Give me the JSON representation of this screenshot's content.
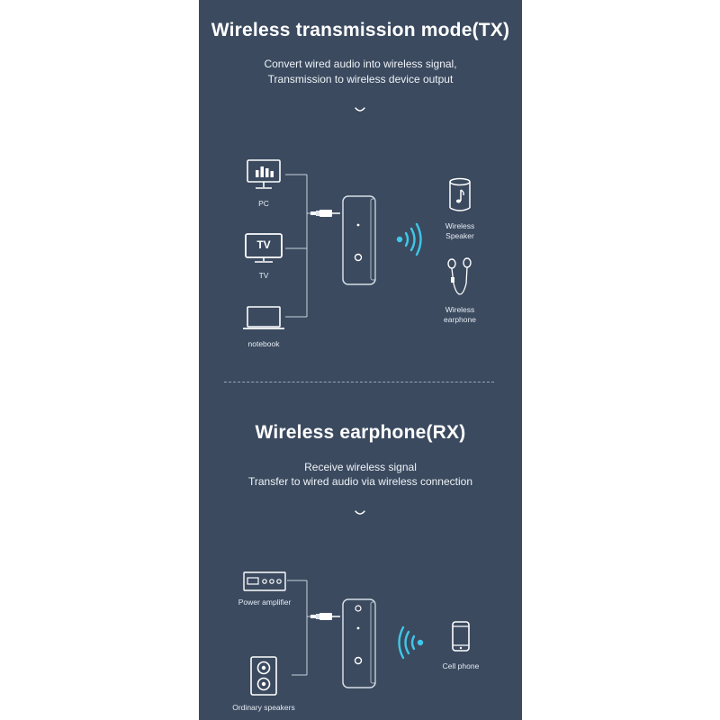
{
  "tx": {
    "title": "Wireless transmission mode(TX)",
    "subtitle_line1": "Convert wired audio into wireless signal,",
    "subtitle_line2": "Transmission to wireless device output",
    "sources": [
      {
        "label": "PC",
        "icon": "monitor-icon"
      },
      {
        "label": "TV",
        "icon": "tv-icon"
      },
      {
        "label": "notebook",
        "icon": "laptop-icon"
      }
    ],
    "tv_screen_text": "TV",
    "outputs": [
      {
        "label_line1": "Wireless",
        "label_line2": "Speaker",
        "icon": "speaker-icon"
      },
      {
        "label_line1": "Wireless",
        "label_line2": "earphone",
        "icon": "earphone-icon"
      }
    ]
  },
  "rx": {
    "title": "Wireless earphone(RX)",
    "subtitle_line1": "Receive wireless signal",
    "subtitle_line2": "Transfer to wired audio via wireless connection",
    "outputs": [
      {
        "label": "Power amplifier",
        "icon": "amplifier-icon"
      },
      {
        "label": "Ordinary speakers",
        "icon": "loudspeaker-icon"
      }
    ],
    "source": {
      "label": "Cell phone",
      "icon": "phone-icon"
    }
  },
  "colors": {
    "background": "#3b4a5f",
    "signal_waves": "#3fc7e8",
    "text": "#ffffff"
  }
}
